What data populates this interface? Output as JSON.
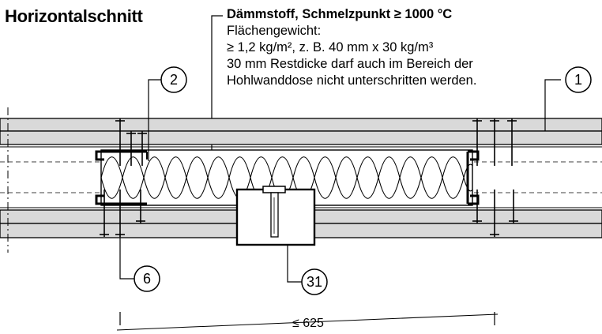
{
  "title": "Horizontalschnitt",
  "note": {
    "head": "Dämmstoff, Schmelzpunkt ≥ 1000 °C",
    "lines": [
      "Flächengewicht:",
      "≥ 1,2 kg/m², z. B. 40 mm x 30 kg/m³",
      "30 mm Restdicke darf auch im Bereich der",
      "Hohlwanddose nicht unterschritten werden."
    ]
  },
  "callouts": {
    "c1": "1",
    "c2": "2",
    "c6": "6",
    "c31": "31"
  },
  "dimension": "≤ 625"
}
